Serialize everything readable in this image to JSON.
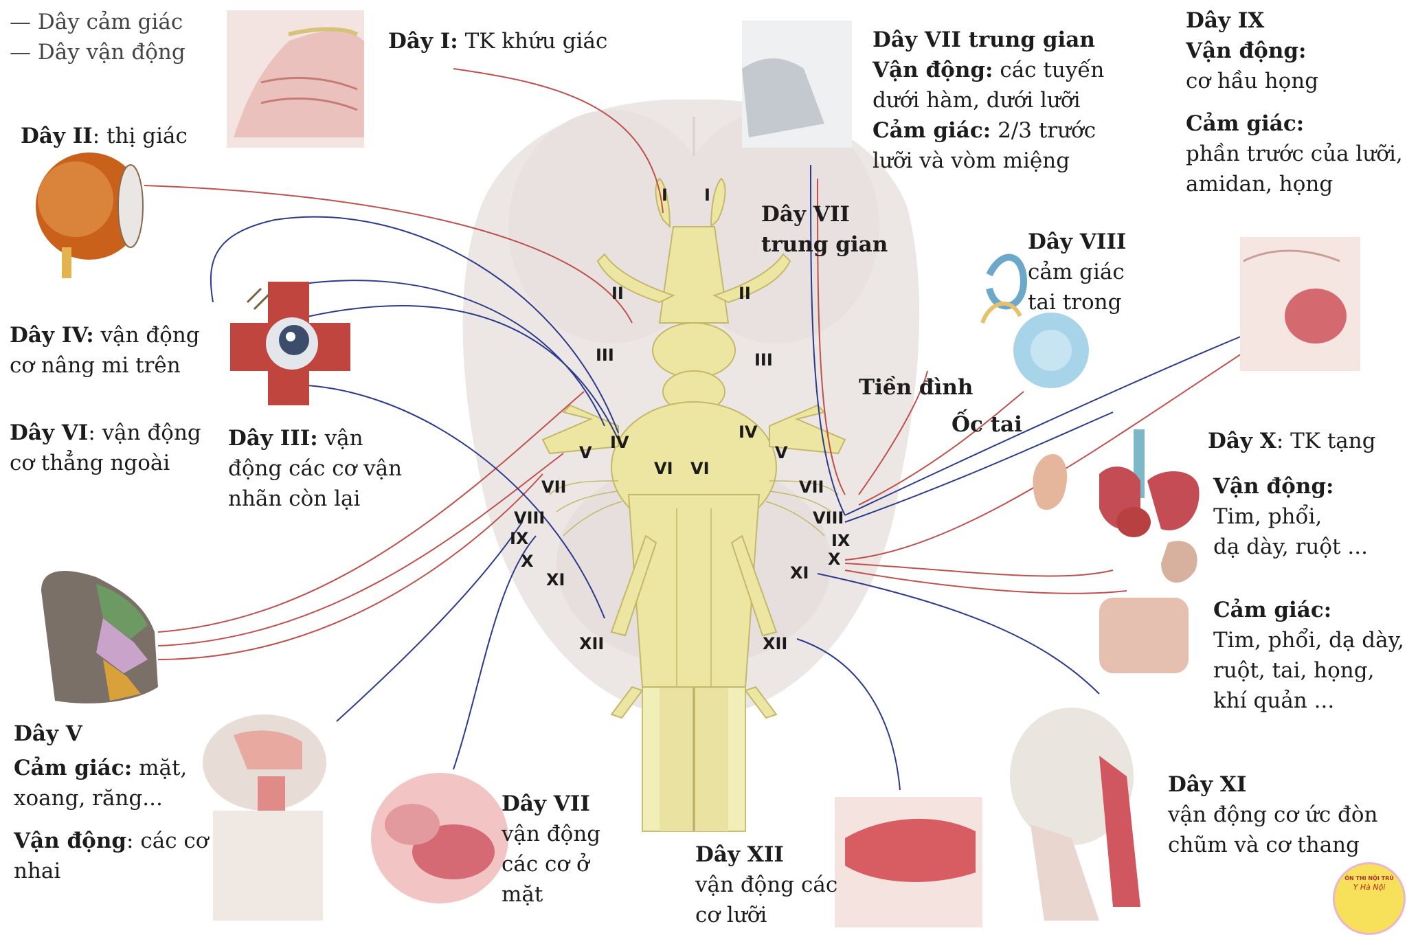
{
  "legend": {
    "sensory": "Dây cảm giác",
    "motor": "Dây vận động"
  },
  "nerves": {
    "n1": {
      "name": "Dây I:",
      "desc": "TK  khứu giác"
    },
    "n2": {
      "name": "Dây II",
      "desc": ": thị giác"
    },
    "n4": {
      "name": "Dây IV:",
      "desc": " vận động",
      "line2": "cơ nâng mi trên"
    },
    "n6": {
      "name": "Dây VI",
      "desc": ": vận động",
      "line2": "cơ thẳng ngoài"
    },
    "n3": {
      "name": "Dây III:",
      "desc": " vận",
      "line2": "động các cơ vận",
      "line3": "nhãn còn lại"
    },
    "n5": {
      "name": "Dây V",
      "sens_label": "Cảm giác:",
      "sens_desc": " mặt,",
      "sens_line2": "xoang, răng...",
      "motor_label": "Vận động",
      "motor_desc": ": các cơ",
      "motor_line2": "nhai"
    },
    "n7_face": {
      "name": "Dây VII",
      "line1": "vận động",
      "line2": "các cơ ở",
      "line3": "mặt"
    },
    "n12": {
      "name": "Dây XII",
      "line1": "vận động các",
      "line2": "cơ lưỡi"
    },
    "n11": {
      "name": "Dây XI",
      "line1": "vận động cơ ức đòn",
      "line2": "chũm và cơ thang"
    },
    "n10": {
      "name": "Dây X",
      "desc": ": TK tạng",
      "motor_label": "Vận động:",
      "motor_l1": "Tim, phổi,",
      "motor_l2": "dạ dày, ruột ...",
      "sens_label": "Cảm giác:",
      "sens_l1": "Tim, phổi, dạ dày,",
      "sens_l2": "ruột, tai, họng,",
      "sens_l3": "khí quản ..."
    },
    "n9": {
      "name": "Dây IX",
      "motor_label": "Vận động:",
      "motor_l1": "cơ hầu họng",
      "sens_label": "Cảm giác:",
      "sens_l1": "phần trước của lưỡi,",
      "sens_l2": "amidan, họng"
    },
    "n7_inter": {
      "name": "Dây VII trung gian",
      "motor_label": "Vận động:",
      "motor_desc": " các tuyến",
      "motor_line2": "dưới hàm, dưới lưỡi",
      "sens_label": "Cảm giác:",
      "sens_desc": " 2/3 trước",
      "sens_line2": "lưỡi và vòm miệng"
    },
    "n7_inter_short": {
      "l1": "Dây VII",
      "l2": "trung gian"
    },
    "n8": {
      "name": "Dây VIII",
      "line1": "cảm giác",
      "line2": "tai trong"
    },
    "vestibular": "Tiền đình",
    "cochlear": "Ốc tai"
  },
  "roman_labels": [
    "I",
    "I",
    "II",
    "II",
    "III",
    "III",
    "IV",
    "IV",
    "V",
    "V",
    "VI",
    "VI",
    "VII",
    "VII",
    "VIII",
    "VIII",
    "IX",
    "IX",
    "X",
    "X",
    "XI",
    "XI",
    "XII",
    "XII"
  ],
  "logo": {
    "top": "ÔN THI NỘI TRÚ",
    "bottom": "Y Hà Nội"
  },
  "colors": {
    "sensory": "#c0504d",
    "motor": "#2b3a8c",
    "nerve": "#ede6a2",
    "brain": "#eae4e2"
  }
}
